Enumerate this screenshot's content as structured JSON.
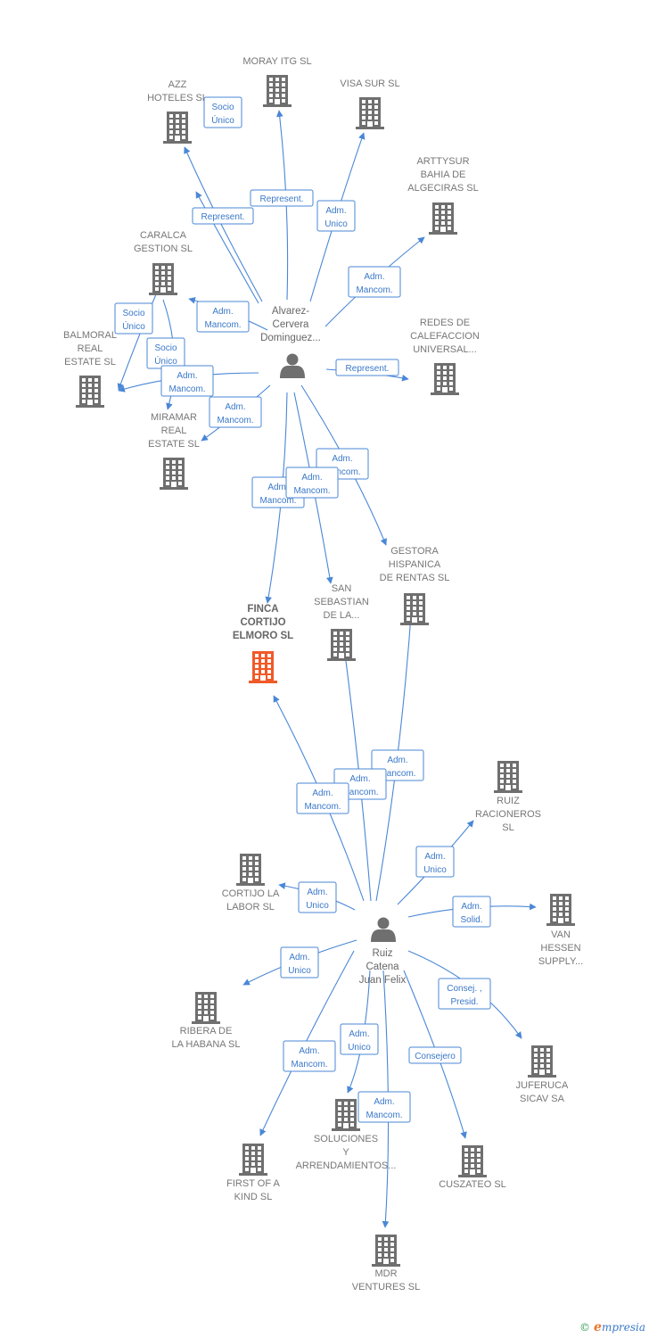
{
  "colors": {
    "edge": "#4a87d6",
    "company": "#6f6f6f",
    "focus": "#f05a28",
    "person": "#6f6f6f"
  },
  "persons": [
    {
      "id": "p1",
      "lines": [
        "Alvarez-",
        "Cervera",
        "Dominguez..."
      ]
    },
    {
      "id": "p2",
      "lines": [
        "Ruiz",
        "Catena",
        "Juan Felix"
      ]
    }
  ],
  "companies": [
    {
      "id": "moray",
      "lines": [
        "MORAY ITG  SL"
      ]
    },
    {
      "id": "azz",
      "lines": [
        "AZZ",
        "HOTELES  SL"
      ]
    },
    {
      "id": "visa",
      "lines": [
        "VISA SUR SL"
      ]
    },
    {
      "id": "arttysur",
      "lines": [
        "ARTTYSUR",
        "BAHIA DE",
        "ALGECIRAS SL"
      ]
    },
    {
      "id": "caralca",
      "lines": [
        "CARALCA",
        "GESTION  SL"
      ]
    },
    {
      "id": "redes",
      "lines": [
        "REDES DE",
        "CALEFACCION",
        "UNIVERSAL..."
      ]
    },
    {
      "id": "balmoral",
      "lines": [
        "BALMORAL",
        "REAL",
        "ESTATE  SL"
      ]
    },
    {
      "id": "miramar",
      "lines": [
        "MIRAMAR",
        "REAL",
        "ESTATE  SL"
      ]
    },
    {
      "id": "gestora",
      "lines": [
        "GESTORA",
        "HISPANICA",
        "DE RENTAS  SL"
      ]
    },
    {
      "id": "finca",
      "lines": [
        "FINCA",
        "CORTIJO",
        "ELMORO  SL"
      ],
      "focus": true
    },
    {
      "id": "sanseb",
      "lines": [
        "SAN",
        "SEBASTIAN",
        "DE LA..."
      ]
    },
    {
      "id": "ruizrac",
      "lines": [
        "RUIZ",
        "RACIONEROS",
        "SL"
      ]
    },
    {
      "id": "cortijo",
      "lines": [
        "CORTIJO LA",
        "LABOR  SL"
      ]
    },
    {
      "id": "vanhessen",
      "lines": [
        "VAN",
        "HESSEN",
        "SUPPLY..."
      ]
    },
    {
      "id": "ribera",
      "lines": [
        "RIBERA DE",
        "LA HABANA  SL"
      ]
    },
    {
      "id": "juferuca",
      "lines": [
        "JUFERUCA",
        "SICAV SA"
      ]
    },
    {
      "id": "soluciones",
      "lines": [
        "SOLUCIONES",
        "Y",
        "ARRENDAMIENTOS..."
      ]
    },
    {
      "id": "firstof",
      "lines": [
        "FIRST OF A",
        "KIND  SL"
      ]
    },
    {
      "id": "cuszateo",
      "lines": [
        "CUSZATEO  SL"
      ]
    },
    {
      "id": "mdr",
      "lines": [
        "MDR",
        "VENTURES  SL"
      ]
    }
  ],
  "edges": [
    {
      "id": "e1",
      "lines": [
        "Socio",
        "Único"
      ]
    },
    {
      "id": "e2",
      "lines": [
        "Represent."
      ]
    },
    {
      "id": "e3",
      "lines": [
        "Represent."
      ]
    },
    {
      "id": "e4",
      "lines": [
        "Adm.",
        "Unico"
      ]
    },
    {
      "id": "e5",
      "lines": [
        "Adm.",
        "Mancom."
      ]
    },
    {
      "id": "e6",
      "lines": [
        "Adm.",
        "Mancom."
      ]
    },
    {
      "id": "e7",
      "lines": [
        "Represent."
      ]
    },
    {
      "id": "e8",
      "lines": [
        "Socio",
        "Único"
      ]
    },
    {
      "id": "e9",
      "lines": [
        "Socio",
        "Único"
      ]
    },
    {
      "id": "e10",
      "lines": [
        "Adm.",
        "Mancom."
      ]
    },
    {
      "id": "e11",
      "lines": [
        "Adm.",
        "Mancom."
      ]
    },
    {
      "id": "e12",
      "lines": [
        "Adm.",
        "Mancom."
      ]
    },
    {
      "id": "e13",
      "lines": [
        "Adm.",
        "Mancom."
      ]
    },
    {
      "id": "e14",
      "lines": [
        "Adm.",
        "Mancom."
      ]
    },
    {
      "id": "e15",
      "lines": [
        "Adm.",
        "Mancom."
      ]
    },
    {
      "id": "e16",
      "lines": [
        "Adm.",
        "Mancom."
      ]
    },
    {
      "id": "e17",
      "lines": [
        "Adm.",
        "Mancom."
      ]
    },
    {
      "id": "e18",
      "lines": [
        "Adm.",
        "Unico"
      ]
    },
    {
      "id": "e19",
      "lines": [
        "Adm.",
        "Unico"
      ]
    },
    {
      "id": "e20",
      "lines": [
        "Adm.",
        "Solid."
      ]
    },
    {
      "id": "e21",
      "lines": [
        "Adm.",
        "Unico"
      ]
    },
    {
      "id": "e22",
      "lines": [
        "Consej. ,",
        "Presid."
      ]
    },
    {
      "id": "e23",
      "lines": [
        "Adm.",
        "Mancom."
      ]
    },
    {
      "id": "e24",
      "lines": [
        "Adm.",
        "Unico"
      ]
    },
    {
      "id": "e25",
      "lines": [
        "Consejero"
      ]
    },
    {
      "id": "e26",
      "lines": [
        "Adm.",
        "Mancom."
      ]
    }
  ],
  "footer": {
    "copyright": "©",
    "brand_initial": "e",
    "brand_rest": "mpresia"
  }
}
